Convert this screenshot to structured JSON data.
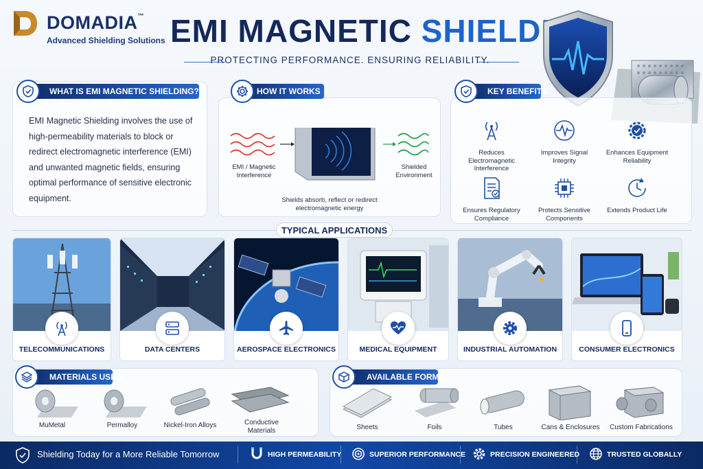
{
  "brand": {
    "name": "DOMADIA",
    "trademark": "™",
    "tagline": "Advanced Shielding Solutions",
    "colors": {
      "navy": "#14285a",
      "accent": "#1e63c8",
      "gold": "#c98a2a"
    }
  },
  "header": {
    "title_part1": "EMI MAGNETIC",
    "title_part2": "SHIELDING",
    "subtitle": "PROTECTING PERFORMANCE. ENSURING RELIABILITY."
  },
  "what_is": {
    "heading": "WHAT IS EMI MAGNETIC SHIELDING?",
    "icon": "shield-check-icon",
    "body": "EMI Magnetic Shielding involves the use of high-permeability materials to block or redirect electromagnetic interference (EMI) and unwanted magnetic fields, ensuring optimal performance of sensitive electronic equipment."
  },
  "how_it_works": {
    "heading": "HOW IT WORKS",
    "icon": "gear-icon",
    "left_label": "EMI / Magnetic Interference",
    "right_label": "Shielded Environment",
    "caption": "Shields absorb, reflect or redirect electromagnetic energy"
  },
  "benefits": {
    "heading": "KEY BENEFITS",
    "icon": "shield-check-icon",
    "items": [
      {
        "label": "Reduces Electromagnetic Interference",
        "icon": "antenna-icon"
      },
      {
        "label": "Improves Signal Integrity",
        "icon": "pulse-icon"
      },
      {
        "label": "Enhances Equipment Reliability",
        "icon": "gear-check-icon"
      },
      {
        "label": "Ensures Regulatory Compliance",
        "icon": "document-check-icon"
      },
      {
        "label": "Protects Sensitive Components",
        "icon": "chip-icon"
      },
      {
        "label": "Extends Product Life",
        "icon": "clock-refresh-icon"
      }
    ]
  },
  "applications": {
    "heading": "TYPICAL APPLICATIONS",
    "items": [
      {
        "label": "TELECOMMUNICATIONS",
        "icon": "antenna-icon"
      },
      {
        "label": "DATA CENTERS",
        "icon": "server-icon"
      },
      {
        "label": "AEROSPACE ELECTRONICS",
        "icon": "airplane-icon"
      },
      {
        "label": "MEDICAL EQUIPMENT",
        "icon": "heart-pulse-icon"
      },
      {
        "label": "INDUSTRIAL AUTOMATION",
        "icon": "gear-icon"
      },
      {
        "label": "CONSUMER ELECTRONICS",
        "icon": "phone-icon"
      }
    ]
  },
  "materials": {
    "heading": "MATERIALS USED",
    "icon": "layers-icon",
    "items": [
      "MuMetal",
      "Permalloy",
      "Nickel-Iron Alloys",
      "Conductive Materials"
    ]
  },
  "forms": {
    "heading": "AVAILABLE FORMS",
    "icon": "cube-icon",
    "items": [
      "Sheets",
      "Foils",
      "Tubes",
      "Cans & Enclosures",
      "Custom Fabrications"
    ]
  },
  "footer": {
    "slogan": "Shielding Today for a More Reliable Tomorrow",
    "items": [
      {
        "label": "HIGH PERMEABILITY",
        "icon": "magnet-icon"
      },
      {
        "label": "SUPERIOR PERFORMANCE",
        "icon": "target-icon"
      },
      {
        "label": "PRECISION ENGINEERED",
        "icon": "gear-icon"
      },
      {
        "label": "TRUSTED GLOBALLY",
        "icon": "globe-icon"
      }
    ]
  }
}
